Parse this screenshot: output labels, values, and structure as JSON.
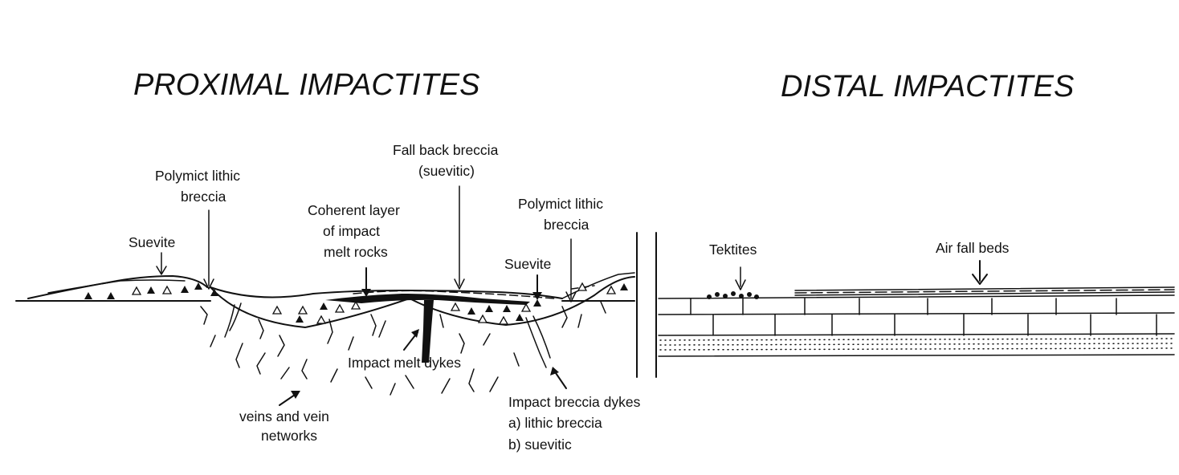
{
  "headings": {
    "proximal": "PROXIMAL IMPACTITES",
    "distal": "DISTAL IMPACTITES"
  },
  "labels": {
    "suevite_left": "Suevite",
    "polymict_left": [
      "Polymict lithic",
      "breccia"
    ],
    "coherent_layer": [
      "Coherent layer",
      "of impact",
      "melt rocks"
    ],
    "fall_back": [
      "Fall back breccia",
      "(suevitic)"
    ],
    "polymict_right": [
      "Polymict lithic",
      "breccia"
    ],
    "suevite_right": "Suevite",
    "impact_melt_dykes": "Impact melt dykes",
    "veins": [
      "veins and vein",
      "networks"
    ],
    "breccia_dykes": [
      "Impact breccia dykes",
      "a) lithic breccia",
      "b) suevitic"
    ],
    "tektites": "Tektites",
    "air_fall_beds": "Air fall beds"
  },
  "colors": {
    "ink": "#111111",
    "paper": "#ffffff"
  }
}
